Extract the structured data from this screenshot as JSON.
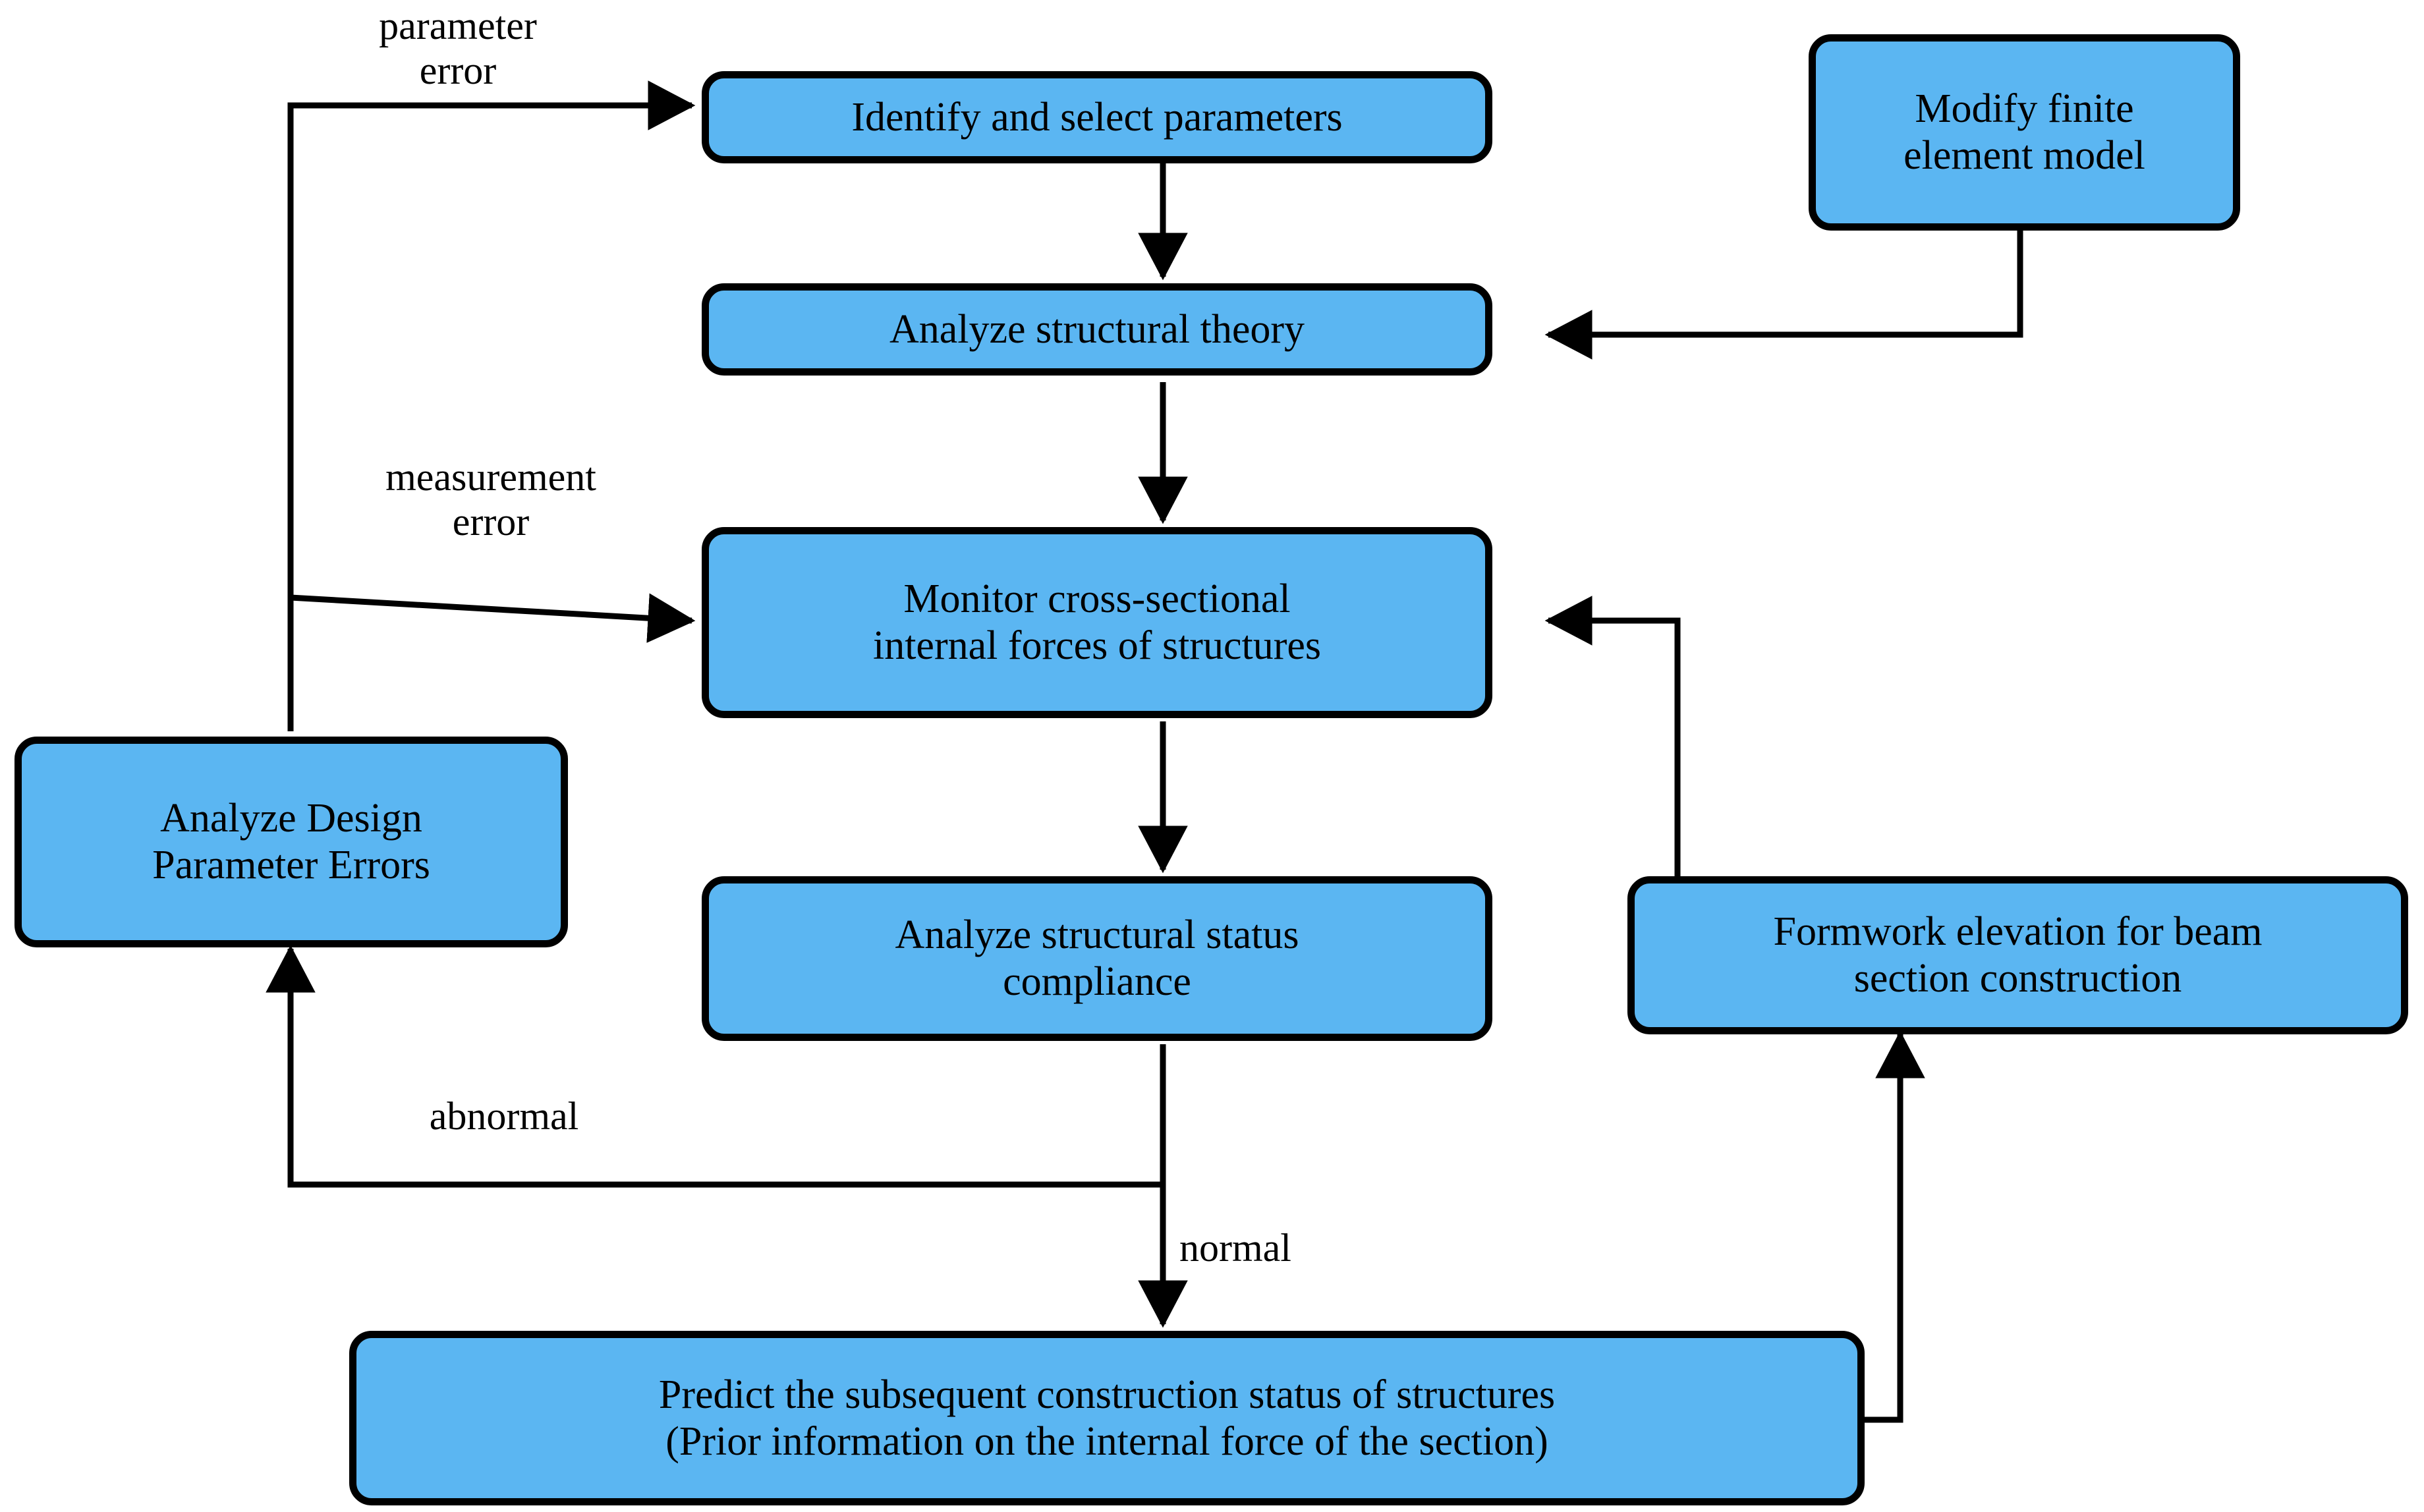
{
  "diagram": {
    "title": "Structural construction monitoring flowchart",
    "colors": {
      "node_fill": "#5BB6F2",
      "node_border": "#000000",
      "edge": "#000000",
      "background": "#FFFFFF",
      "text": "#000000"
    },
    "nodes": [
      {
        "id": "identify",
        "label": "Identify and select parameters"
      },
      {
        "id": "theory",
        "label": "Analyze structural theory"
      },
      {
        "id": "monitor",
        "label": "Monitor cross-sectional\ninternal forces of structures"
      },
      {
        "id": "compliance",
        "label": "Analyze structural status\ncompliance"
      },
      {
        "id": "predict",
        "label": "Predict the subsequent construction status of structures\n(Prior information on the internal force of the section)"
      },
      {
        "id": "design",
        "label": "Analyze Design\nParameter Errors"
      },
      {
        "id": "modify",
        "label": "Modify finite\nelement model"
      },
      {
        "id": "formwork",
        "label": "Formwork elevation for beam\nsection construction"
      }
    ],
    "edge_labels": [
      {
        "id": "parameter-error",
        "label": "parameter\nerror"
      },
      {
        "id": "measurement-error",
        "label": "measurement\nerror"
      },
      {
        "id": "abnormal",
        "label": "abnormal"
      },
      {
        "id": "normal",
        "label": "normal"
      }
    ],
    "edges": [
      {
        "from": "identify",
        "to": "theory",
        "label": ""
      },
      {
        "from": "theory",
        "to": "monitor",
        "label": ""
      },
      {
        "from": "monitor",
        "to": "compliance",
        "label": ""
      },
      {
        "from": "compliance",
        "to": "predict",
        "label": "normal"
      },
      {
        "from": "compliance",
        "to": "design",
        "label": "abnormal"
      },
      {
        "from": "design",
        "to": "identify",
        "label": "parameter error"
      },
      {
        "from": "design",
        "to": "monitor",
        "label": "measurement error"
      },
      {
        "from": "modify",
        "to": "theory",
        "label": ""
      },
      {
        "from": "formwork",
        "to": "monitor",
        "label": ""
      },
      {
        "from": "predict",
        "to": "formwork",
        "label": ""
      }
    ]
  }
}
